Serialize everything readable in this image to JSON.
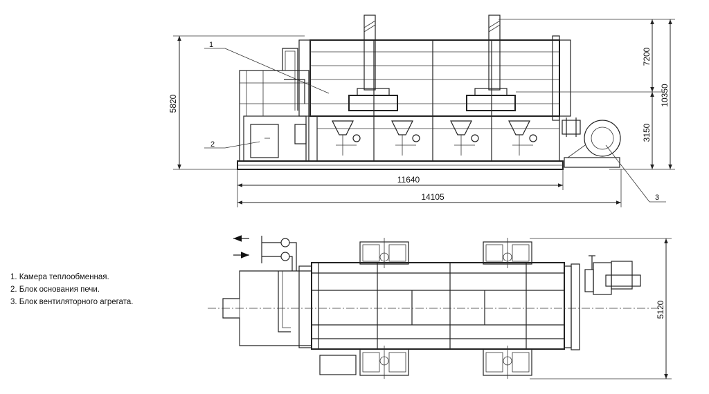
{
  "legend": [
    "1. Камера теплообменная.",
    "2. Блок основания печи.",
    "3. Блок вентиляторного агрегата."
  ],
  "dimensions": {
    "overall_height": "5820",
    "upper_height": "7200",
    "total_height": "10350",
    "lower_height": "3150",
    "frame_length": "11640",
    "total_length": "14105",
    "plan_width": "5120"
  },
  "callouts": {
    "c1": "1",
    "c2": "2",
    "c3": "3"
  }
}
